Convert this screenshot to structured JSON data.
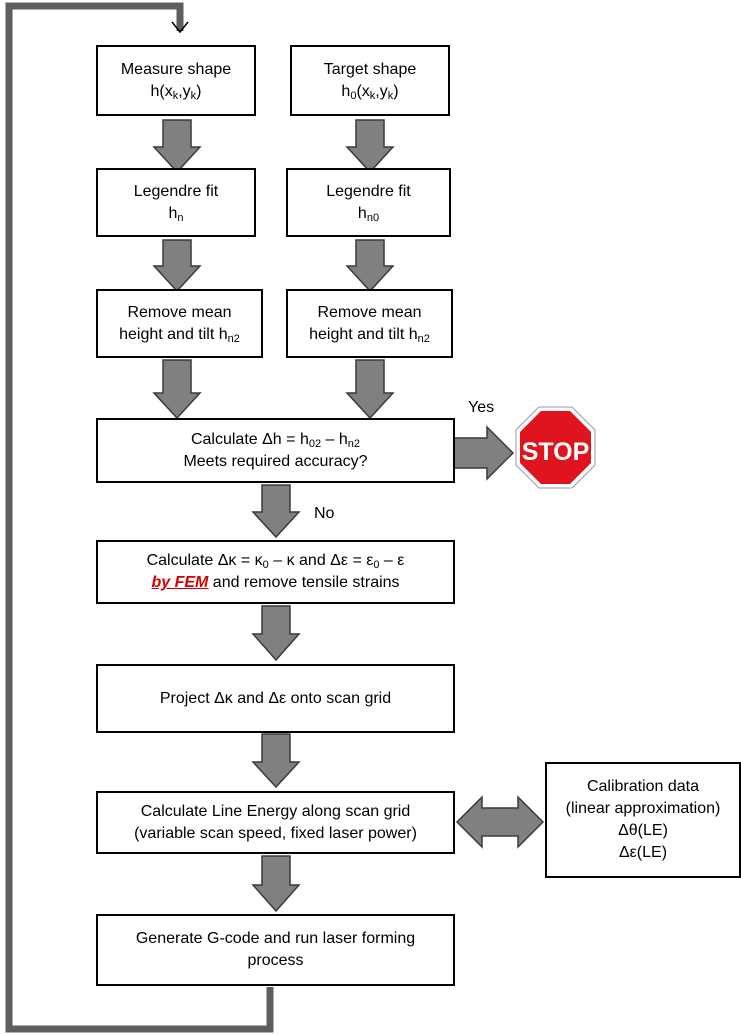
{
  "boxes": {
    "measure": {
      "line1": "Measure shape",
      "line2_main": "h(x",
      "line2_sub1": "k",
      "line2_mid": ",y",
      "line2_sub2": "k",
      "line2_end": ")"
    },
    "target": {
      "line1": "Target shape",
      "line2_main": "h",
      "line2_sub0": "0",
      "line2_mid0": "(x",
      "line2_sub1": "k",
      "line2_mid": ",y",
      "line2_sub2": "k",
      "line2_end": ")"
    },
    "legendre_left": {
      "line1": "Legendre fit",
      "line2_main": "h",
      "line2_sub": "n"
    },
    "legendre_right": {
      "line1": "Legendre fit",
      "line2_main": "h",
      "line2_sub": "n0"
    },
    "remove_left": {
      "line1": "Remove mean",
      "line2_main": "height and tilt h",
      "line2_sub": "n2"
    },
    "remove_right": {
      "line1": "Remove mean",
      "line2_main": "height and tilt h",
      "line2_sub": "n2"
    },
    "calc_dh": {
      "line1_a": "Calculate Δh = h",
      "line1_sub1": "02",
      "line1_b": " – h",
      "line1_sub2": "n2",
      "line2": "Meets required accuracy?"
    },
    "calc_dk": {
      "line1_a": "Calculate Δκ = κ",
      "line1_sub1": "0",
      "line1_b": " – κ and Δε = ε",
      "line1_sub2": "0",
      "line1_c": " – ε",
      "line2_fem": "by FEM",
      "line2_rest": " and remove tensile strains"
    },
    "project": {
      "text": "Project Δκ and Δε onto scan grid"
    },
    "line_energy": {
      "line1": "Calculate Line Energy along scan grid",
      "line2": "(variable scan speed, fixed laser power)"
    },
    "calibration": {
      "line1": "Calibration data",
      "line2": "(linear approximation)",
      "line3": "Δθ(LE)",
      "line4": "Δε(LE)"
    },
    "gcode": {
      "line1": "Generate G-code and run laser forming",
      "line2": "process"
    }
  },
  "labels": {
    "yes": "Yes",
    "no": "No"
  },
  "stop_sign": {
    "text": "STOP",
    "color": "#e0141e"
  },
  "colors": {
    "arrow_fill": "#808080",
    "arrow_stroke": "#3a3a3a",
    "box_border": "#000000"
  }
}
